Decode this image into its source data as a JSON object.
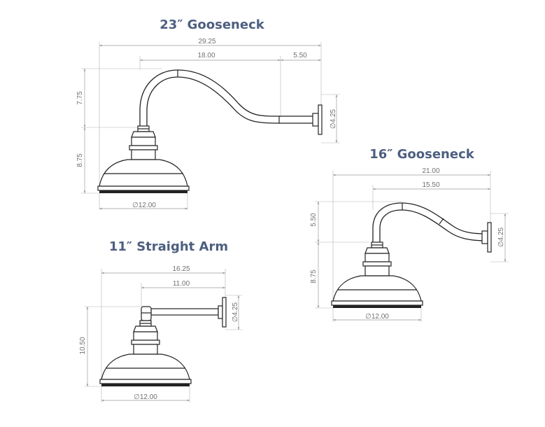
{
  "diagrams": {
    "gooseneck23": {
      "title": "23″ Gooseneck",
      "overall_width": "29.25",
      "arm_reach": "18.00",
      "wall_offset": "5.50",
      "arm_height": "7.75",
      "shade_height": "8.75",
      "backplate_diameter": "∅4.25",
      "shade_diameter": "∅12.00"
    },
    "gooseneck16": {
      "title": "16″ Gooseneck",
      "overall_width": "21.00",
      "arm_reach": "15.50",
      "arm_height": "5.50",
      "shade_height": "8.75",
      "backplate_diameter": "∅4.25",
      "shade_diameter": "∅12.00"
    },
    "straight11": {
      "title": "11″ Straight Arm",
      "overall_width": "16.25",
      "arm_reach": "11.00",
      "total_height": "10.50",
      "backplate_diameter": "∅4.25",
      "shade_diameter": "∅12.00"
    }
  },
  "colors": {
    "title": "#4d5f80",
    "dimension_text": "#707070",
    "dimension_line": "#9a9a9a",
    "line_art": "#222222"
  }
}
